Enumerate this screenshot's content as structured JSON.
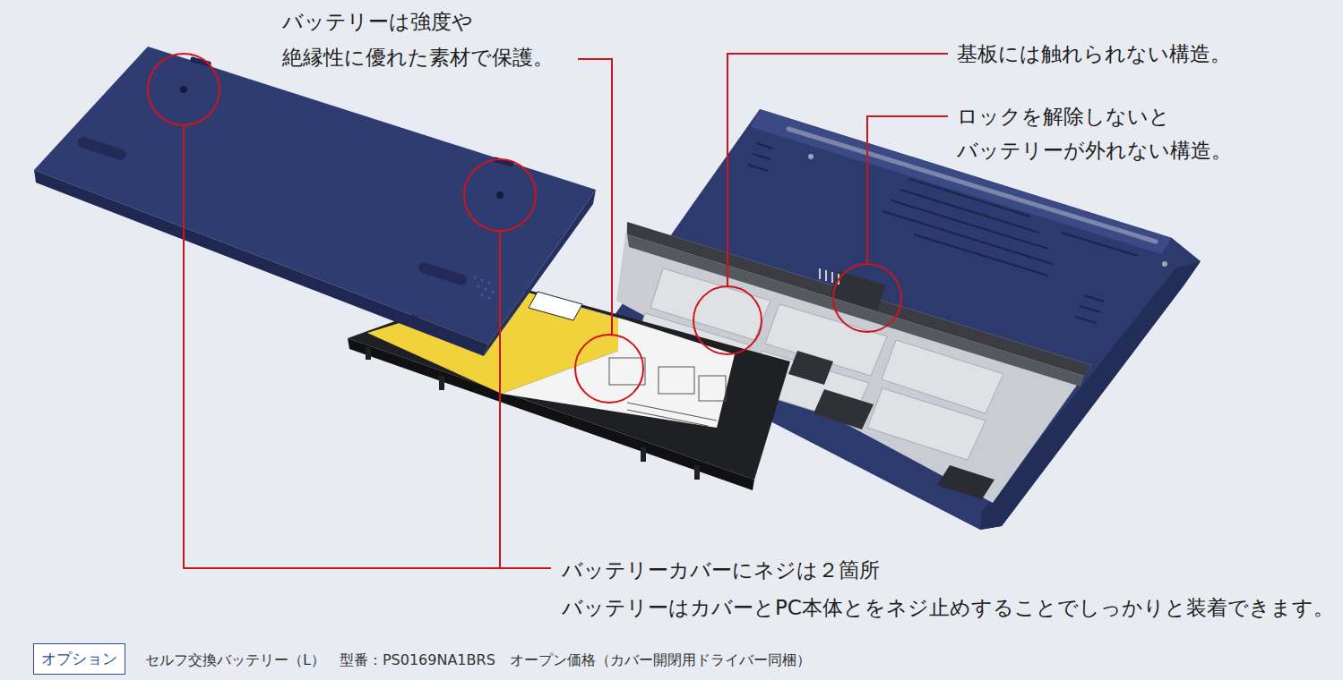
{
  "diagram": {
    "nodes": [
      {
        "text": [
          "オプション"
        ]
      }
    ],
    "labels": [
      "バッテリーは強度や 絶縁性に優れた素材で保護。",
      "基板には触れられない構造。",
      "ロックを解除しないと バッテリーが外れない構造。",
      "バッテリーカバーにネジは２箇所 バッテリーはカバーとPC本体とをネジ止めすることでしっかりと装着できます。",
      "セルフ交換バッテリー（L）　型番：PS0169NA1BRS　オープン価格（カバー開閉用ドライバー同梱）"
    ]
  }
}
